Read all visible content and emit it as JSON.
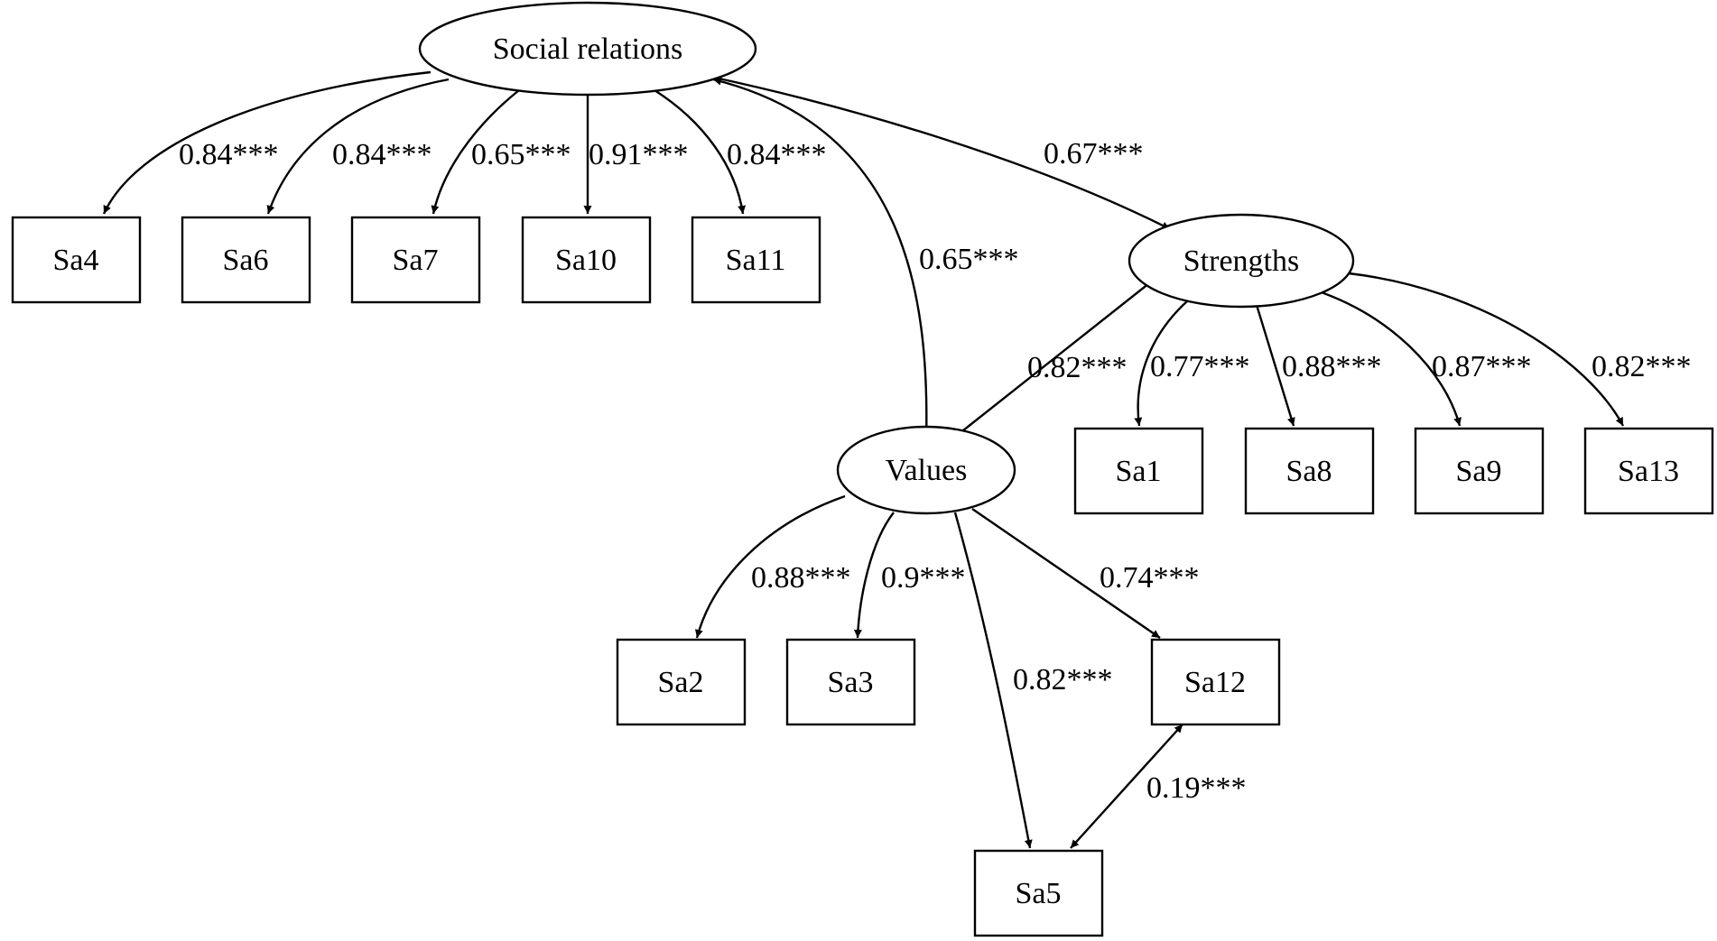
{
  "colors": {
    "stroke": "#000000",
    "background": "#ffffff"
  },
  "latents": {
    "social": "Social relations",
    "strengths": "Strengths",
    "values": "Values"
  },
  "indicators": {
    "sa4": "Sa4",
    "sa6": "Sa6",
    "sa7": "Sa7",
    "sa10": "Sa10",
    "sa11": "Sa11",
    "sa1": "Sa1",
    "sa8": "Sa8",
    "sa9": "Sa9",
    "sa13": "Sa13",
    "sa2": "Sa2",
    "sa3": "Sa3",
    "sa12": "Sa12",
    "sa5": "Sa5"
  },
  "loadings": {
    "social_sa4": "0.84***",
    "social_sa6": "0.84***",
    "social_sa7": "0.65***",
    "social_sa10": "0.91***",
    "social_sa11": "0.84***",
    "strengths_sa1": "0.77***",
    "strengths_sa8": "0.88***",
    "strengths_sa9": "0.87***",
    "strengths_sa13": "0.82***",
    "values_sa2": "0.88***",
    "values_sa3": "0.9***",
    "values_sa12": "0.74***",
    "values_sa5": "0.82***"
  },
  "covariances": {
    "social_strengths": "0.67***",
    "social_values": "0.65***",
    "strengths_values": "0.82***",
    "sa12_sa5": "0.19***"
  }
}
